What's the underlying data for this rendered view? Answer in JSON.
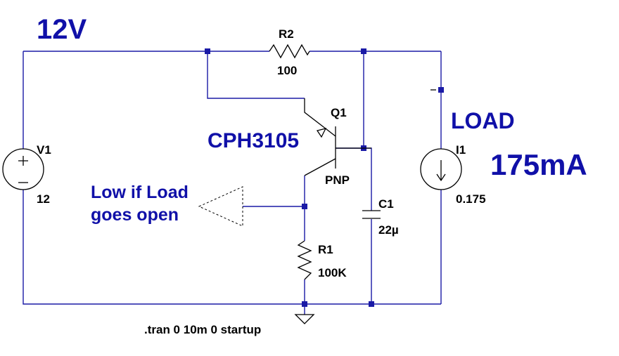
{
  "supply_label": "12V",
  "load": {
    "title": "LOAD",
    "current": "175mA"
  },
  "v1": {
    "name": "V1",
    "value": "12"
  },
  "i1": {
    "name": "I1",
    "value": "0.175"
  },
  "r2": {
    "name": "R2",
    "value": "100"
  },
  "r1": {
    "name": "R1",
    "value": "100K"
  },
  "c1": {
    "name": "C1",
    "value": "22µ"
  },
  "q1": {
    "name": "Q1",
    "type": "PNP",
    "part": "CPH3105"
  },
  "output_label": {
    "line1": "Low if Load",
    "line2": "goes open"
  },
  "directive": ".tran 0 10m 0 startup",
  "colors": {
    "wire": "#1a1aa6",
    "label_blue": "#1010a8",
    "symbol": "#000000"
  }
}
